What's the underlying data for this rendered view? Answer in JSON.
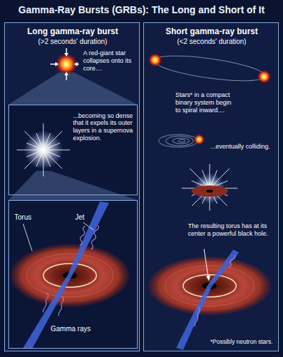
{
  "diagram": {
    "title": "Gamma-Ray Bursts (GRBs): The Long and Short of It",
    "nodes": [
      {
        "text": [
          "Long gamma-ray burst",
          "(>2 seconds' duration)",
          "A red-giant star collapses onto its core...."
        ]
      },
      {
        "text": [
          "...becoming so dense that it expels its outer layers in a supernova explosion."
        ],
        "in": 0
      },
      {
        "text": [
          "Torus",
          "Jet",
          "Gamma rays"
        ],
        "in": 0
      },
      {
        "text": [
          "Short gamma-ray burst",
          "(<2 seconds' duration)",
          "Stars* in a compact binary system begin to spiral inward....",
          "...eventually colliding.",
          "The resulting torus has at its center a powerful black hole.",
          "*Possibly neutron stars."
        ]
      }
    ]
  }
}
